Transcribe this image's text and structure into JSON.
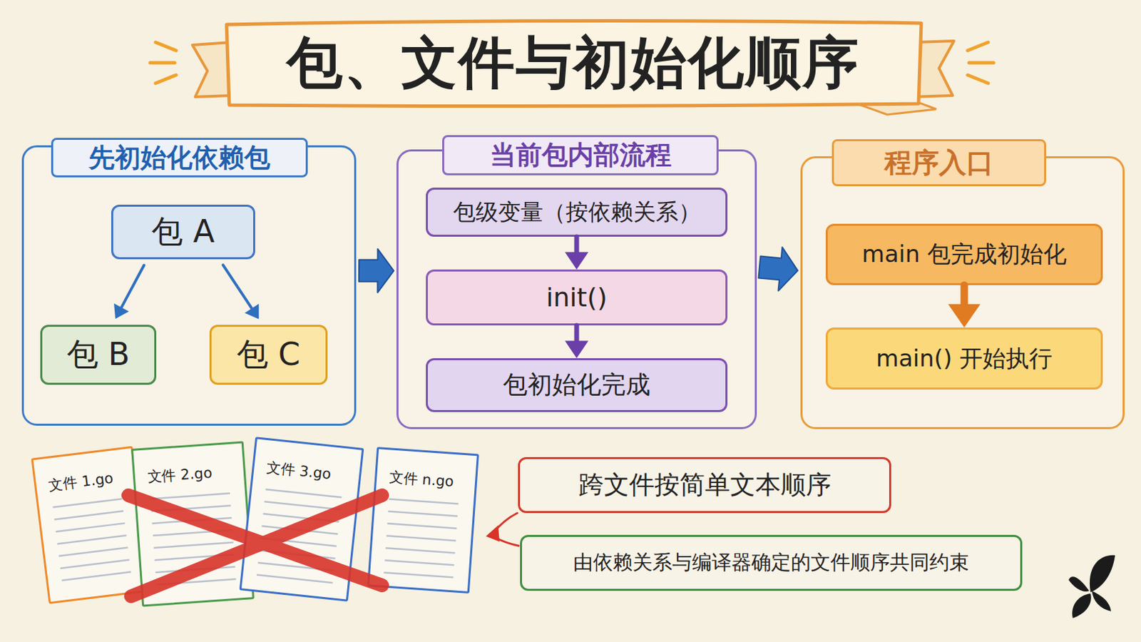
{
  "diagram": {
    "title": "包、文件与初始化顺序",
    "nodes": [
      {
        "text": [
          "先初始化依赖包"
        ]
      },
      {
        "text": [
          "包 A"
        ],
        "in": 0
      },
      {
        "text": [
          "包 B"
        ],
        "in": 0
      },
      {
        "text": [
          "包 C"
        ],
        "in": 0
      },
      {
        "text": [
          "当前包内部流程"
        ]
      },
      {
        "text": [
          "包级变量（按依赖关系）"
        ],
        "in": 4
      },
      {
        "text": [
          "init()"
        ],
        "in": 4
      },
      {
        "text": [
          "包初始化完成"
        ],
        "in": 4
      },
      {
        "text": [
          "程序入口"
        ]
      },
      {
        "text": [
          "main 包完成初始化"
        ],
        "in": 8
      },
      {
        "text": [
          "main() 开始执行"
        ],
        "in": 8
      },
      {
        "text": [
          "文件 1.go"
        ]
      },
      {
        "text": [
          "文件 2.go"
        ]
      },
      {
        "text": [
          "文件 3.go"
        ]
      },
      {
        "text": [
          "文件 n.go"
        ]
      },
      {
        "text": [
          "跨文件按简单文本顺序"
        ]
      },
      {
        "text": [
          "由依赖关系与编译器确定的文件顺序共同约束"
        ]
      }
    ],
    "edges": [
      {
        "from": 1,
        "to": 2,
        "arrow": "to"
      },
      {
        "from": 1,
        "to": 3,
        "arrow": "to"
      },
      {
        "from": 0,
        "to": 4,
        "arrow": "to"
      },
      {
        "from": 5,
        "to": 6,
        "arrow": "to"
      },
      {
        "from": 6,
        "to": 7,
        "arrow": "to"
      },
      {
        "from": 4,
        "to": 8,
        "arrow": "to"
      },
      {
        "from": 9,
        "to": 10,
        "arrow": "to"
      }
    ]
  }
}
